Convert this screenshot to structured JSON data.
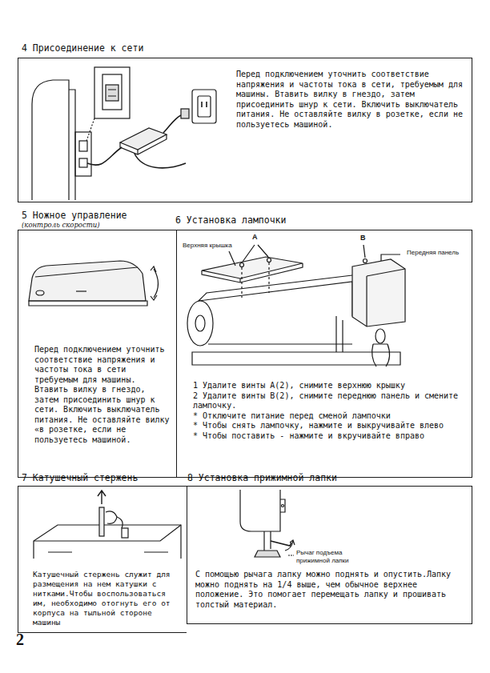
{
  "diagram": {
    "nodes": [
      {
        "text": [
          "4 Присоединение к сети",
          "Перед подключением уточнить соответствие напряжения и частоты тока в сети, требуемым для машины. Втавить вилку в гнездо, затем присоединить шнур к сети. Включить выключатель питания. Не оставляйте вилку в розетке, если не пользуетесь машиной."
        ]
      },
      {
        "text": [
          "5 Ножное управление",
          "(контроль скорости)",
          "Перед подключением уточнить соответствие напряжения и частоты тока в сети требуемым для машины. Втавить вилку в гнездо, затем присоединить шнур к сети. Включить выключатель питания. Не оставляйте вилку «в розетке, если не пользуетесь машиной."
        ]
      },
      {
        "text": [
          "6 Установка лампочки",
          "1 Удалите винты А(2), снимите верхнюю крышку",
          "2 Удалите винты В(2), снимите переднюю панель и смените лампочку.",
          "* Отключите питание перед сменой лампочки",
          "* Чтобы снять лампочку, нажмите и выкручивайте влево",
          "* Чтобы поставить - нажмите и вкручивайте вправо"
        ]
      },
      {
        "text": [
          "7 Катушечный стержень",
          "Катушечный стержень служит для размещения на нем катушки с нитками.Чтобы воспользоваться им, необходимо отогнуть его от корпуса на тыльной стороне машины"
        ]
      },
      {
        "text": [
          "8 Установка прижимной лапки",
          "С помощью рычага лапку можно поднять и опустить.Лапку можно поднять на 1/4 выше, чем обычное верхнее положение. Это помогает перемещать лапку и прошивать толстый материал."
        ]
      }
    ],
    "labels": [
      "Верхняя крышка",
      "А",
      "В",
      "Передняя панель",
      "Рычаг подъема прижимной лапки",
      "2"
    ]
  }
}
